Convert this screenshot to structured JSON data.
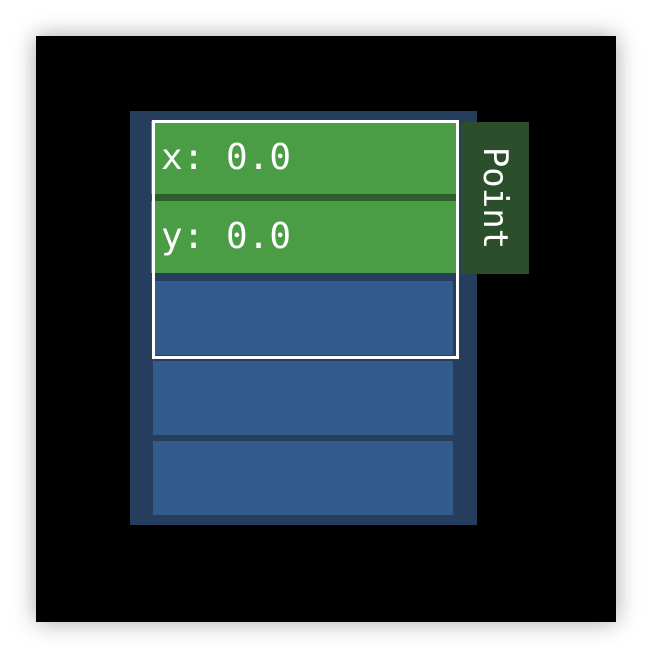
{
  "point": {
    "tab_label": "Point",
    "fields": [
      {
        "label": "x",
        "value": "0.0"
      },
      {
        "label": "y",
        "value": "0.0"
      }
    ]
  },
  "colors": {
    "background": "#000000",
    "panel": "#263e5e",
    "slot": "#335b8c",
    "field": "#4a9c45",
    "tab": "#2b4f2a",
    "selection": "#ffffff"
  }
}
